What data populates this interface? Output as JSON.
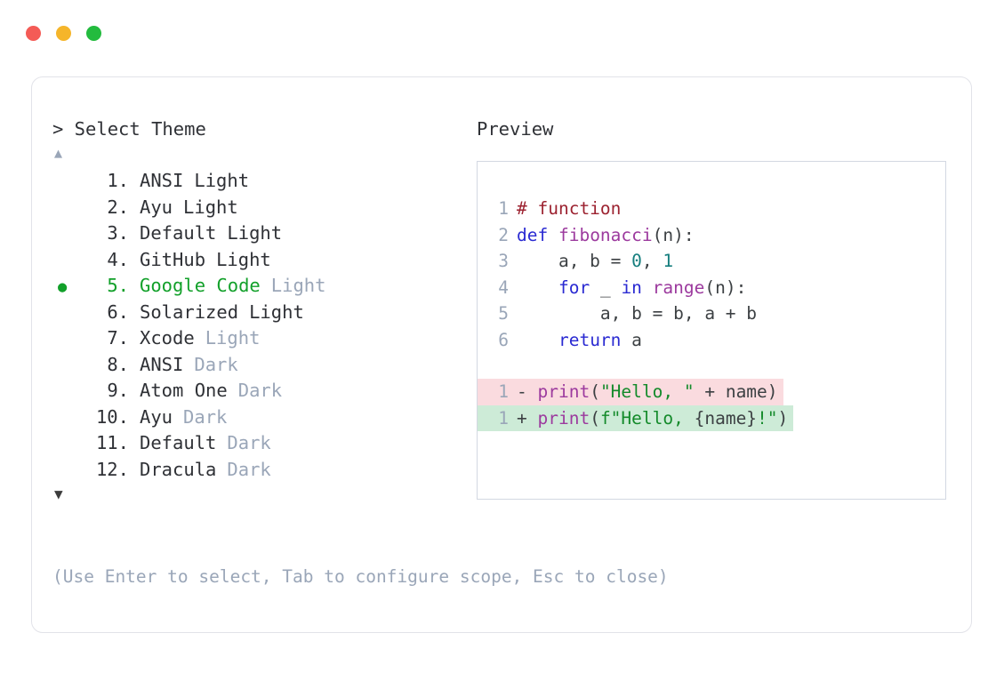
{
  "window": {
    "dots": [
      {
        "name": "close-dot",
        "color": "#f45b56"
      },
      {
        "name": "minimize-dot",
        "color": "#f5b52a"
      },
      {
        "name": "maximize-dot",
        "color": "#23bb3e"
      }
    ]
  },
  "selector": {
    "prompt": "> Select Theme",
    "scroll_up": "▲",
    "scroll_down": "▼",
    "selected_index": 5,
    "selected_bullet": "●",
    "items": [
      {
        "num": "1.",
        "name": "ANSI",
        "variant": "Light",
        "variant_dim": false,
        "selected": false
      },
      {
        "num": "2.",
        "name": "Ayu",
        "variant": "Light",
        "variant_dim": false,
        "selected": false
      },
      {
        "num": "3.",
        "name": "Default",
        "variant": "Light",
        "variant_dim": false,
        "selected": false
      },
      {
        "num": "4.",
        "name": "GitHub",
        "variant": "Light",
        "variant_dim": false,
        "selected": false
      },
      {
        "num": "5.",
        "name": "Google Code",
        "variant": "Light",
        "variant_dim": true,
        "selected": true
      },
      {
        "num": "6.",
        "name": "Solarized",
        "variant": "Light",
        "variant_dim": false,
        "selected": false
      },
      {
        "num": "7.",
        "name": "Xcode",
        "variant": "Light",
        "variant_dim": true,
        "selected": false
      },
      {
        "num": "8.",
        "name": "ANSI",
        "variant": "Dark",
        "variant_dim": true,
        "selected": false
      },
      {
        "num": "9.",
        "name": "Atom One",
        "variant": "Dark",
        "variant_dim": true,
        "selected": false
      },
      {
        "num": "10.",
        "name": "Ayu",
        "variant": "Dark",
        "variant_dim": true,
        "selected": false
      },
      {
        "num": "11.",
        "name": "Default",
        "variant": "Dark",
        "variant_dim": true,
        "selected": false
      },
      {
        "num": "12.",
        "name": "Dracula",
        "variant": "Dark",
        "variant_dim": true,
        "selected": false
      }
    ],
    "hint": "(Use Enter to select, Tab to configure scope, Esc to close)"
  },
  "preview": {
    "title": "Preview",
    "code_lines": [
      {
        "gutter": "1",
        "tokens": [
          {
            "t": "# function",
            "c": "comment"
          }
        ]
      },
      {
        "gutter": "2",
        "tokens": [
          {
            "t": "def ",
            "c": "keyword"
          },
          {
            "t": "fibonacci",
            "c": "func"
          },
          {
            "t": "(n):",
            "c": "plain"
          }
        ]
      },
      {
        "gutter": "3",
        "tokens": [
          {
            "t": "    a, b = ",
            "c": "plain"
          },
          {
            "t": "0",
            "c": "number"
          },
          {
            "t": ", ",
            "c": "plain"
          },
          {
            "t": "1",
            "c": "number"
          }
        ]
      },
      {
        "gutter": "4",
        "tokens": [
          {
            "t": "    ",
            "c": "plain"
          },
          {
            "t": "for",
            "c": "keyword"
          },
          {
            "t": " _ ",
            "c": "plain"
          },
          {
            "t": "in",
            "c": "keyword"
          },
          {
            "t": " ",
            "c": "plain"
          },
          {
            "t": "range",
            "c": "builtin"
          },
          {
            "t": "(n):",
            "c": "plain"
          }
        ]
      },
      {
        "gutter": "5",
        "tokens": [
          {
            "t": "        a, b = b, a + b",
            "c": "plain"
          }
        ]
      },
      {
        "gutter": "6",
        "tokens": [
          {
            "t": "    ",
            "c": "plain"
          },
          {
            "t": "return",
            "c": "keyword"
          },
          {
            "t": " a",
            "c": "plain"
          }
        ]
      }
    ],
    "diff_lines": [
      {
        "kind": "del",
        "gutter": "1",
        "tokens": [
          {
            "t": "- ",
            "c": "diffmark"
          },
          {
            "t": "print",
            "c": "builtin"
          },
          {
            "t": "(",
            "c": "plain"
          },
          {
            "t": "\"Hello, \"",
            "c": "string"
          },
          {
            "t": " + name)",
            "c": "plain"
          }
        ]
      },
      {
        "kind": "add",
        "gutter": "1",
        "tokens": [
          {
            "t": "+ ",
            "c": "diffmark"
          },
          {
            "t": "print",
            "c": "builtin"
          },
          {
            "t": "(",
            "c": "plain"
          },
          {
            "t": "f\"Hello, ",
            "c": "string"
          },
          {
            "t": "{name}",
            "c": "plain"
          },
          {
            "t": "!\"",
            "c": "string"
          },
          {
            "t": ")",
            "c": "plain"
          }
        ]
      }
    ]
  },
  "colors": {
    "accent_green": "#12a02a",
    "dim_gray": "#9aa6b8",
    "text": "#2f3136",
    "diff_del_bg": "#fadbdf",
    "diff_add_bg": "#cdebd7",
    "card_border": "#e2e3e9",
    "preview_border": "#d3d8e2"
  }
}
